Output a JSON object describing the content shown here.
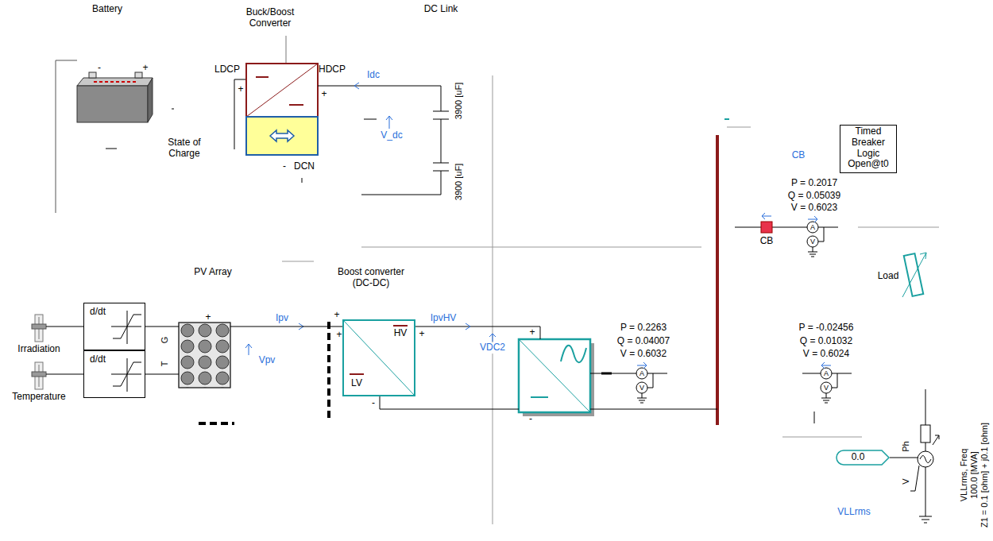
{
  "diagram": {
    "nodes": [
      {
        "text": [
          "Battery"
        ]
      },
      {
        "text": [
          "Buck/Boost Converter"
        ]
      },
      {
        "text": [
          "Timed Breaker Logic Open@t0"
        ]
      },
      {
        "text": [
          "Irradiation"
        ]
      },
      {
        "text": [
          "Temperature"
        ]
      },
      {
        "text": [
          "d/dt"
        ]
      },
      {
        "text": [
          "d/dt"
        ]
      },
      {
        "text": [
          "PV Array"
        ]
      },
      {
        "text": [
          "Boost converter (DC-DC)",
          "HV",
          "LV"
        ]
      },
      {
        "text": [
          "CB"
        ]
      },
      {
        "text": [
          "Load"
        ]
      },
      {
        "text": [
          "0.0"
        ]
      },
      {
        "text": [
          "VLLrms, Freq",
          "100.0 [MVA]",
          "Z1 = 0.1 [ohm] + j0.1 [ohm]"
        ]
      }
    ],
    "edges": [
      {
        "from": 3,
        "to": 5,
        "arrow": "none"
      },
      {
        "from": 4,
        "to": 6,
        "arrow": "none"
      },
      {
        "from": 5,
        "to": 7,
        "arrow": "none"
      },
      {
        "from": 6,
        "to": 7,
        "arrow": "none"
      },
      {
        "from": 7,
        "to": 8,
        "arrow": "none"
      },
      {
        "from": 11,
        "to": 12,
        "arrow": "none"
      }
    ],
    "labels": [
      "DC Link",
      "LDCP",
      "+",
      "HDCP",
      "+",
      "-",
      "DCN",
      "State of Charge",
      "-",
      "+",
      "Idc",
      "V_dc",
      "3900 [uF]",
      "3900 [uF]",
      "CB",
      "P = 0.2017",
      "Q = 0.05039",
      "V = 0.6023",
      "A",
      "V",
      "Ipv",
      "Vpv",
      "G",
      "T",
      "+",
      "IpvHV",
      "VDC2",
      "+",
      "+",
      "+",
      "-",
      "+",
      "-",
      "P = 0.2263",
      "Q = 0.04007",
      "V = 0.6032",
      "A",
      "V",
      "P = -0.02456",
      "Q = 0.01032",
      "V = 0.6024",
      "A",
      "V",
      "Ph",
      "V",
      "VLLrms"
    ]
  }
}
